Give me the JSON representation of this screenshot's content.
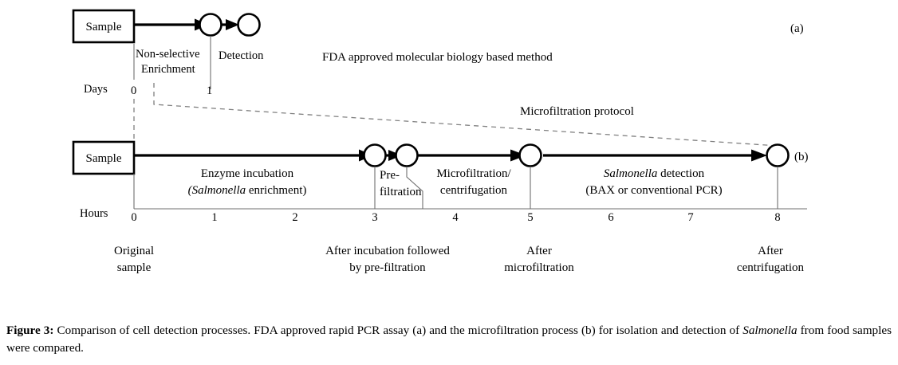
{
  "figure": {
    "panel_a_label": "(a)",
    "panel_b_label": "(b)",
    "method_title": "FDA approved molecular biology based method",
    "protocol_title": "Microfiltration protocol"
  },
  "panel_a": {
    "sample_box": "Sample",
    "steps": [
      {
        "label_line1": "Non-selective",
        "label_line2": "Enrichment"
      },
      {
        "label_line1": "Detection",
        "label_line2": ""
      }
    ],
    "axis": {
      "unit_label": "Days",
      "ticks": [
        "0",
        "1"
      ]
    }
  },
  "panel_b": {
    "sample_box": "Sample",
    "steps": [
      {
        "line1": "Enzyme incubation",
        "line2_italic": "(Salmonella",
        "line2_rest": " enrichment)"
      },
      {
        "line1": "Pre-",
        "line2": "filtration"
      },
      {
        "line1": "Microfiltration/",
        "line2": "centrifugation"
      },
      {
        "line1_italic": "Salmonella",
        "line1_rest": " detection",
        "line2": "(BAX or conventional PCR)"
      }
    ],
    "axis": {
      "unit_label": "Hours",
      "ticks": [
        "0",
        "1",
        "2",
        "3",
        "4",
        "5",
        "6",
        "7",
        "8"
      ]
    },
    "sample_points": [
      {
        "line1": "Original",
        "line2": "sample"
      },
      {
        "line1": "After incubation followed",
        "line2": "by pre-filtration"
      },
      {
        "line1": "After",
        "line2": "microfiltration"
      },
      {
        "line1": "After",
        "line2": "centrifugation"
      }
    ]
  },
  "caption": {
    "figure_number": "Figure 3:",
    "text_part1": " Comparison of cell detection processes. FDA approved rapid PCR assay (a) and the microfiltration process (b) for isolation and detection of ",
    "italic_organism": "Salmonella",
    "text_part2": " from food samples were compared."
  },
  "colors": {
    "stroke": "#000000",
    "axis": "#6f6f6f",
    "dashed": "#808080",
    "background": "#ffffff"
  }
}
